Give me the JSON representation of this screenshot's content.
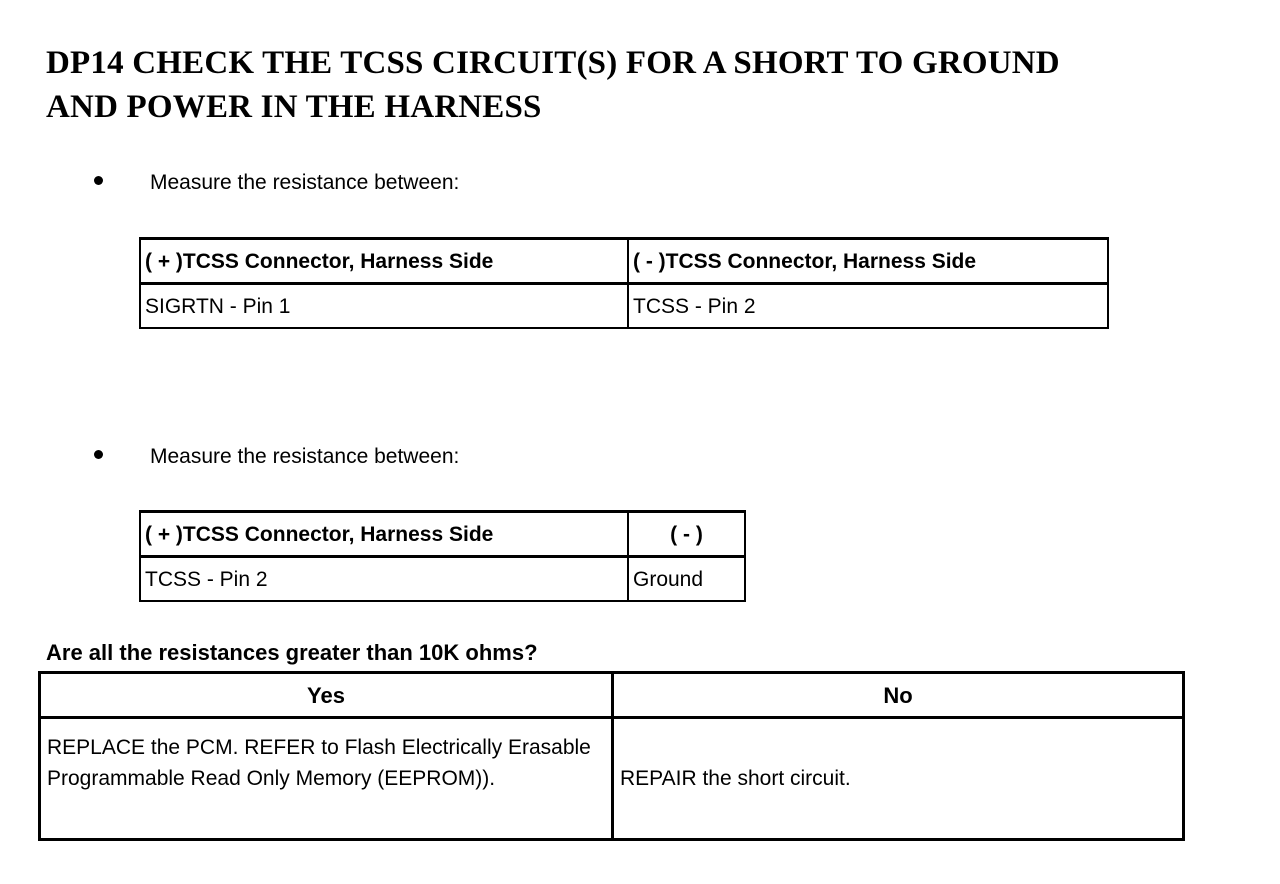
{
  "document": {
    "title": "DP14 CHECK THE TCSS CIRCUIT(S) FOR A SHORT TO GROUND\nAND POWER IN THE HARNESS"
  },
  "steps": [
    {
      "bullet_text": "Measure the resistance between:",
      "table": {
        "headers": [
          "( + )TCSS Connector, Harness Side",
          "( - )TCSS Connector, Harness Side"
        ],
        "rows": [
          [
            "SIGRTN - Pin 1",
            "TCSS - Pin 2"
          ]
        ]
      }
    },
    {
      "bullet_text": "Measure the resistance between:",
      "table": {
        "headers": [
          "( + )TCSS Connector, Harness Side",
          "( - )"
        ],
        "rows": [
          [
            "TCSS - Pin 2",
            "Ground"
          ]
        ]
      }
    }
  ],
  "decision": {
    "question": "Are all the resistances greater than 10K ohms?",
    "headers": [
      "Yes",
      "No"
    ],
    "answers": [
      "REPLACE the PCM. REFER to Flash Electrically Erasable Programmable Read Only Memory (EEPROM)).",
      "REPAIR the short circuit."
    ]
  },
  "colors": {
    "background": "#ffffff",
    "text": "#000000",
    "border": "#000000"
  }
}
